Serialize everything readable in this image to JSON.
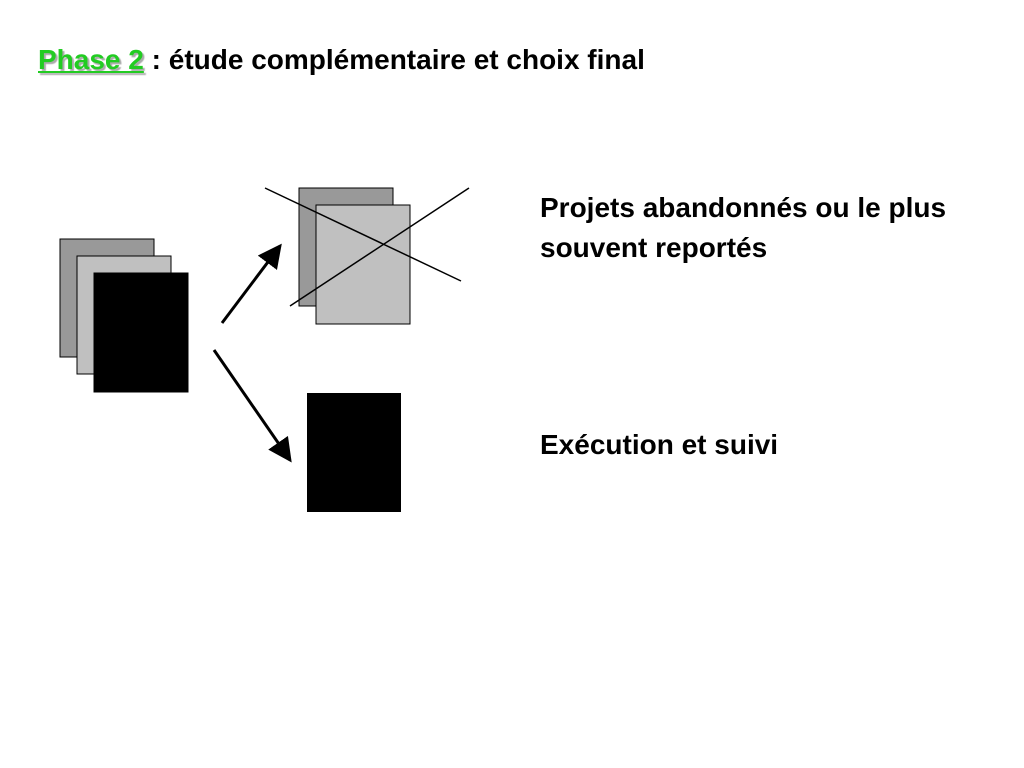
{
  "title": {
    "phase": "Phase 2",
    "rest": " : étude complémentaire et choix final"
  },
  "labels": {
    "abandoned": "Projets abandonnés ou le plus souvent reportés",
    "execution": "Exécution et suivi"
  }
}
